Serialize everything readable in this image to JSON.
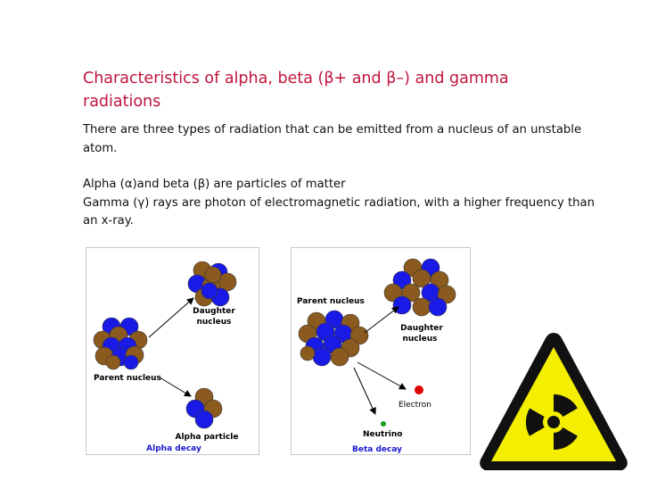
{
  "slide": {
    "title": "Characteristics of alpha, beta (β+ and β–) and gamma radiations",
    "paragraph1": "There are three types of radiation that can be emitted from a nucleus of an unstable atom.",
    "line_alpha_beta": "Alpha (α)and beta (β) are particles of matter",
    "line_gamma": "Gamma (γ) rays are photon of electromagnetic radiation, with a higher frequency than an x-ray."
  },
  "alpha_figure": {
    "daughter_label_1": "Daughter",
    "daughter_label_2": "nucleus",
    "parent_label": "Parent nucleus",
    "particle_label": "Alpha particle",
    "caption": "Alpha decay"
  },
  "beta_figure": {
    "parent_label": "Parent nucleus",
    "daughter_label_1": "Daughter",
    "daughter_label_2": "nucleus",
    "electron_label": "Electron",
    "neutrino_label": "Neutrino",
    "caption": "Beta decay"
  },
  "colors": {
    "title": "#c0143c",
    "proton": "#8b5a1e",
    "neutron": "#1a1ae6",
    "caption": "#1a1ad0",
    "electron": "#e00000",
    "neutrino": "#1a9a1a",
    "hazard_yellow": "#f4ee00"
  },
  "icons": {
    "radiation": "radiation-trefoil-icon"
  }
}
